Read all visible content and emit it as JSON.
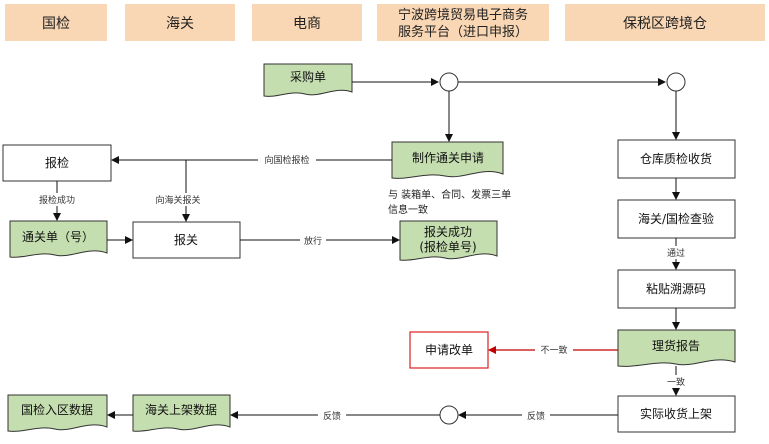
{
  "colors": {
    "lane_fill": "#f9d7b4",
    "doc_fill": "#c5deb0",
    "doc_stroke": "#333333",
    "line": "#111111",
    "error_stroke": "#e02020",
    "error_line": "#c00000"
  },
  "lanes": [
    {
      "id": "guojian",
      "lines": [
        "国检"
      ]
    },
    {
      "id": "haiguan",
      "lines": [
        "海关"
      ]
    },
    {
      "id": "dianshang",
      "lines": [
        "电商"
      ]
    },
    {
      "id": "platform",
      "lines": [
        "宁波跨境贸易电子商务",
        "服务平台（进口申报）"
      ]
    },
    {
      "id": "warehouse",
      "lines": [
        "保税区跨境仓"
      ]
    }
  ],
  "nodes": {
    "purchase_order": "采购单",
    "make_declaration": "制作通关申请",
    "warehouse_inspection": "仓库质检收货",
    "customs_check": "海关/国检查验",
    "paste_trace": "粘贴溯源码",
    "tally_report": "理货报告",
    "actual_shelving": "实际收货上架",
    "apply_change": "申请改单",
    "inspection_report": "报检",
    "clearance_form": "通关单（号）",
    "customs_report": "报关",
    "report_success_1": "报关成功",
    "report_success_2": "(报检单号)",
    "ciq_entry_data": "国检入区数据",
    "customs_shelf_data": "海关上架数据"
  },
  "labels": {
    "to_inspection": "向国检报检",
    "inspection_success": "报检成功",
    "to_customs": "向海关报关",
    "release": "放行",
    "pass": "通过",
    "inconsistent": "不一致",
    "consistent": "一致",
    "feedback_1": "反馈",
    "feedback_2": "反馈",
    "match_note_1": "与 装箱单、合同、发票三单",
    "match_note_2": "信息一致"
  }
}
